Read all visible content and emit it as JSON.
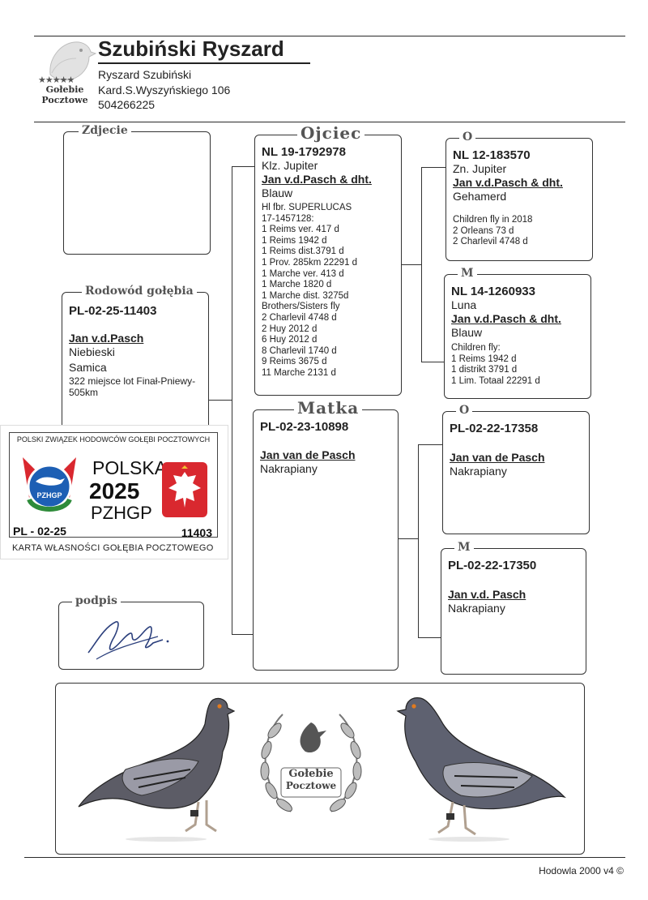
{
  "owner": {
    "name": "Szubiński Ryszard",
    "full_name": "Ryszard Szubiński",
    "address": "Kard.S.Wyszyńskiego 106",
    "phone": "504266225"
  },
  "logo": {
    "line1": "Gołebie",
    "line2": "Pocztowe",
    "stars": "★★★★★"
  },
  "photo": {
    "title": "Zdjecie"
  },
  "pedigree": {
    "title": "Rodowód gołębia",
    "ring": "PL-02-25-11403",
    "breeder": "Jan v.d.Pasch",
    "color": "Niebieski",
    "sex": "Samica",
    "note": "322 miejsce lot Finał-Pniewy-505km"
  },
  "father": {
    "title": "Ojciec",
    "ring": "NL 19-1792978",
    "name": "Klz. Jupiter",
    "breeder": "Jan v.d.Pasch & dht.",
    "color": "Blauw",
    "results": [
      "Hl fbr. SUPERLUCAS",
      "17-1457128:",
      "1 Reims ver. 417 d",
      "1 Reims      1942 d",
      "1 Reims dist.3791 d",
      "1 Prov. 285km 22291 d",
      "1 Marche ver. 413 d",
      "1 Marche      1820 d",
      "1 Marche dist. 3275d",
      "Brothers/Sisters fly",
      "2 Charlevil 4748 d",
      "2 Huy          2012 d",
      "6 Huy          2012 d",
      "8 Charlevil 1740 d",
      "9 Reims      3675 d",
      "11 Marche 2131 d"
    ]
  },
  "mother": {
    "title": "Matka",
    "ring": "PL-02-23-10898",
    "breeder": "Jan van de Pasch",
    "color": "Nakrapiany"
  },
  "ff": {
    "title": "O",
    "ring": "NL 12-183570",
    "name": "Zn. Jupiter",
    "breeder": "Jan v.d.Pasch & dht.",
    "color": "Gehamerd",
    "results": [
      "Children fly in 2018",
      "2 Orleans   73 d",
      "2 Charlevil 4748 d"
    ]
  },
  "fm": {
    "title": "M",
    "ring": "NL 14-1260933",
    "name": "Luna",
    "breeder": "Jan v.d.Pasch & dht.",
    "color": "Blauw",
    "results": [
      "Children fly:",
      "1 Reims  1942 d",
      "1 distrikt 3791 d",
      "1 Lim. Totaal 22291 d"
    ]
  },
  "mf": {
    "title": "O",
    "ring": "PL-02-22-17358",
    "breeder": "Jan van de Pasch",
    "color": "Nakrapiany"
  },
  "mm": {
    "title": "M",
    "ring": "PL-02-22-17350",
    "breeder": "Jan v.d. Pasch",
    "color": "Nakrapiany"
  },
  "card": {
    "org": "POLSKI ZWIĄZEK HODOWCÓW GOŁĘBI POCZTOWYCH",
    "country": "POLSKA",
    "year": "2025",
    "union": "PZHGP",
    "badge": "PZHGP",
    "ring_left": "PL - 02-25",
    "ring_right": "11403",
    "footer": "KARTA  WŁASNOŚCI GOŁĘBIA POCZTOWEGO"
  },
  "signature": {
    "title": "podpis"
  },
  "banner": {
    "line1": "Gołebie",
    "line2": "Pocztowe"
  },
  "footer": "Hodowla 2000 v4 ©",
  "colors": {
    "card_red": "#d9282f",
    "card_green": "#2e8b3a",
    "card_blue": "#1d5fb4"
  }
}
